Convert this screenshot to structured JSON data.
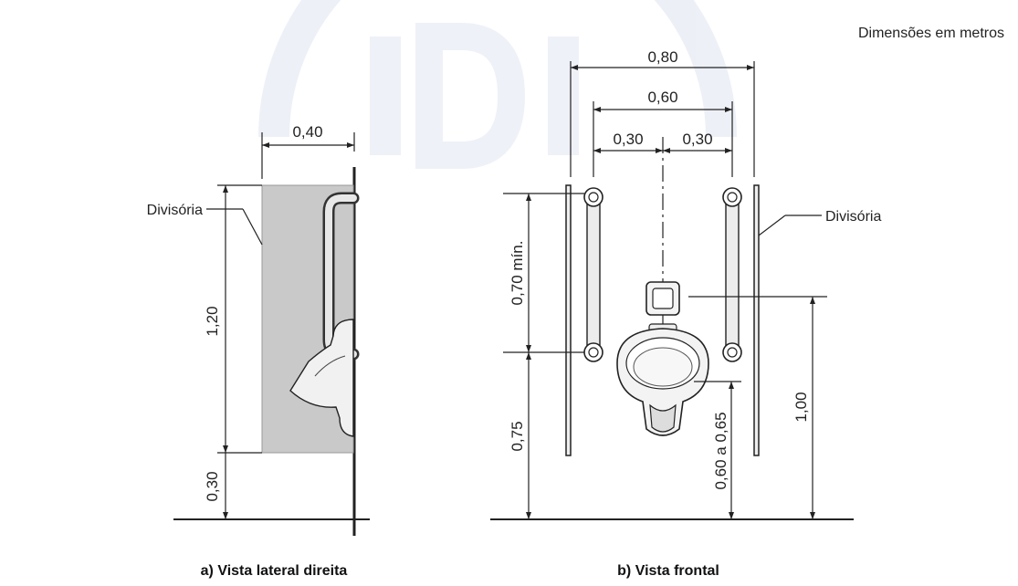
{
  "header": {
    "units_note": "Dimensões em metros"
  },
  "side_view": {
    "caption": "a) Vista lateral direita",
    "partition_label": "Divisória",
    "dims": {
      "depth": "0,40",
      "partition_height": "1,20",
      "floor_gap": "0,30"
    }
  },
  "front_view": {
    "caption": "b) Vista frontal",
    "partition_label": "Divisória",
    "dims": {
      "total_width": "0,80",
      "bar_spacing": "0,60",
      "half_left": "0,30",
      "half_right": "0,30",
      "bar_length": "0,70 mín.",
      "bar_bottom_height": "0,75",
      "rim_height": "0,60 a 0,65",
      "flush_height": "1,00"
    }
  },
  "colors": {
    "partition_fill": "#c9c9c9",
    "line": "#222222",
    "watermark": "#dfe3f1"
  }
}
